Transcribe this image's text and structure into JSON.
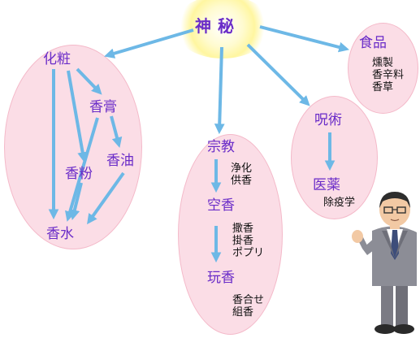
{
  "title": "神秘",
  "colors": {
    "label": "#6a2cc8",
    "arrow": "#6db8e6",
    "bubble": "#fbdde6",
    "bubble_border": "#f4b9c9"
  },
  "nodes": {
    "keshou": "化粧",
    "koukou": "香膏",
    "kouyu": "香油",
    "kouhun": "香粉",
    "kousui": "香水",
    "shukyou": "宗教",
    "kuukou": "空香",
    "gankou": "玩香",
    "jujutsu": "呪術",
    "iyaku": "医薬",
    "shokuhin": "食品"
  },
  "subtexts": {
    "shukyou": [
      "浄化",
      "供香"
    ],
    "kuukou": [
      "撒香",
      "掛香",
      "ポプリ"
    ],
    "gankou": [
      "香合せ",
      "組香"
    ],
    "iyaku": [
      "除疫学"
    ],
    "shokuhin": [
      "燻製",
      "香辛料",
      "香草"
    ]
  },
  "icons": {
    "presenter": "presenter-man-icon"
  }
}
